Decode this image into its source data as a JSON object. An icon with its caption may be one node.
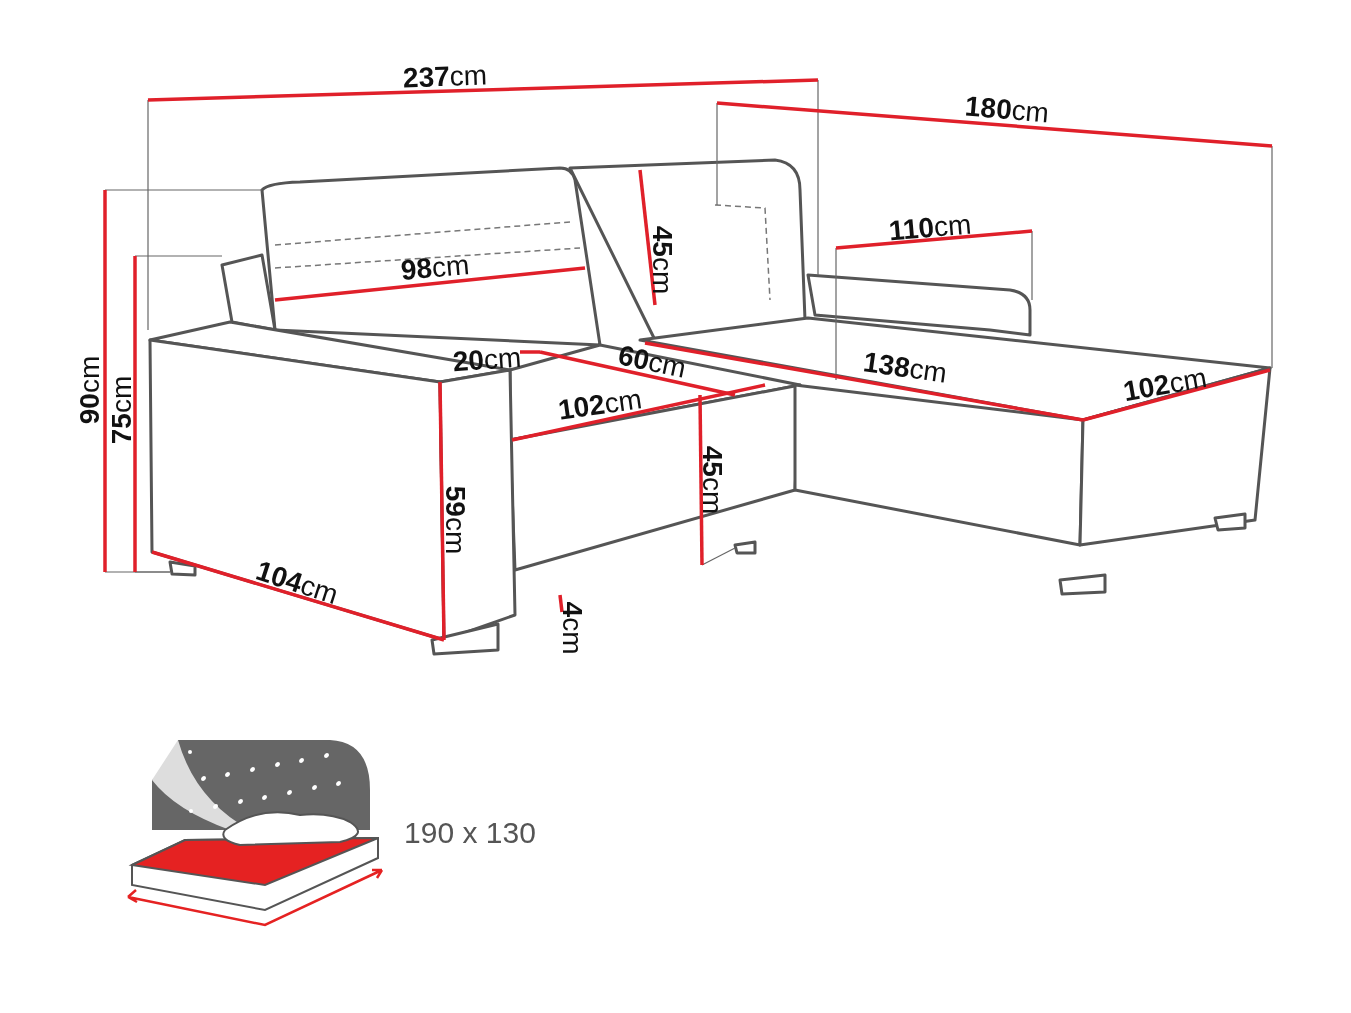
{
  "diagram": {
    "labels": [
      "**237**cm",
      "**180**cm",
      "**45**cm",
      "**110**cm",
      "**98**cm",
      "**90**cm",
      "**75**cm",
      "**20**cm",
      "**60**cm",
      "**138**cm",
      "**102**cm",
      "**102**cm",
      "**45**cm",
      "**59**cm",
      "**104**cm",
      "**4**cm",
      "190 x 130"
    ]
  }
}
